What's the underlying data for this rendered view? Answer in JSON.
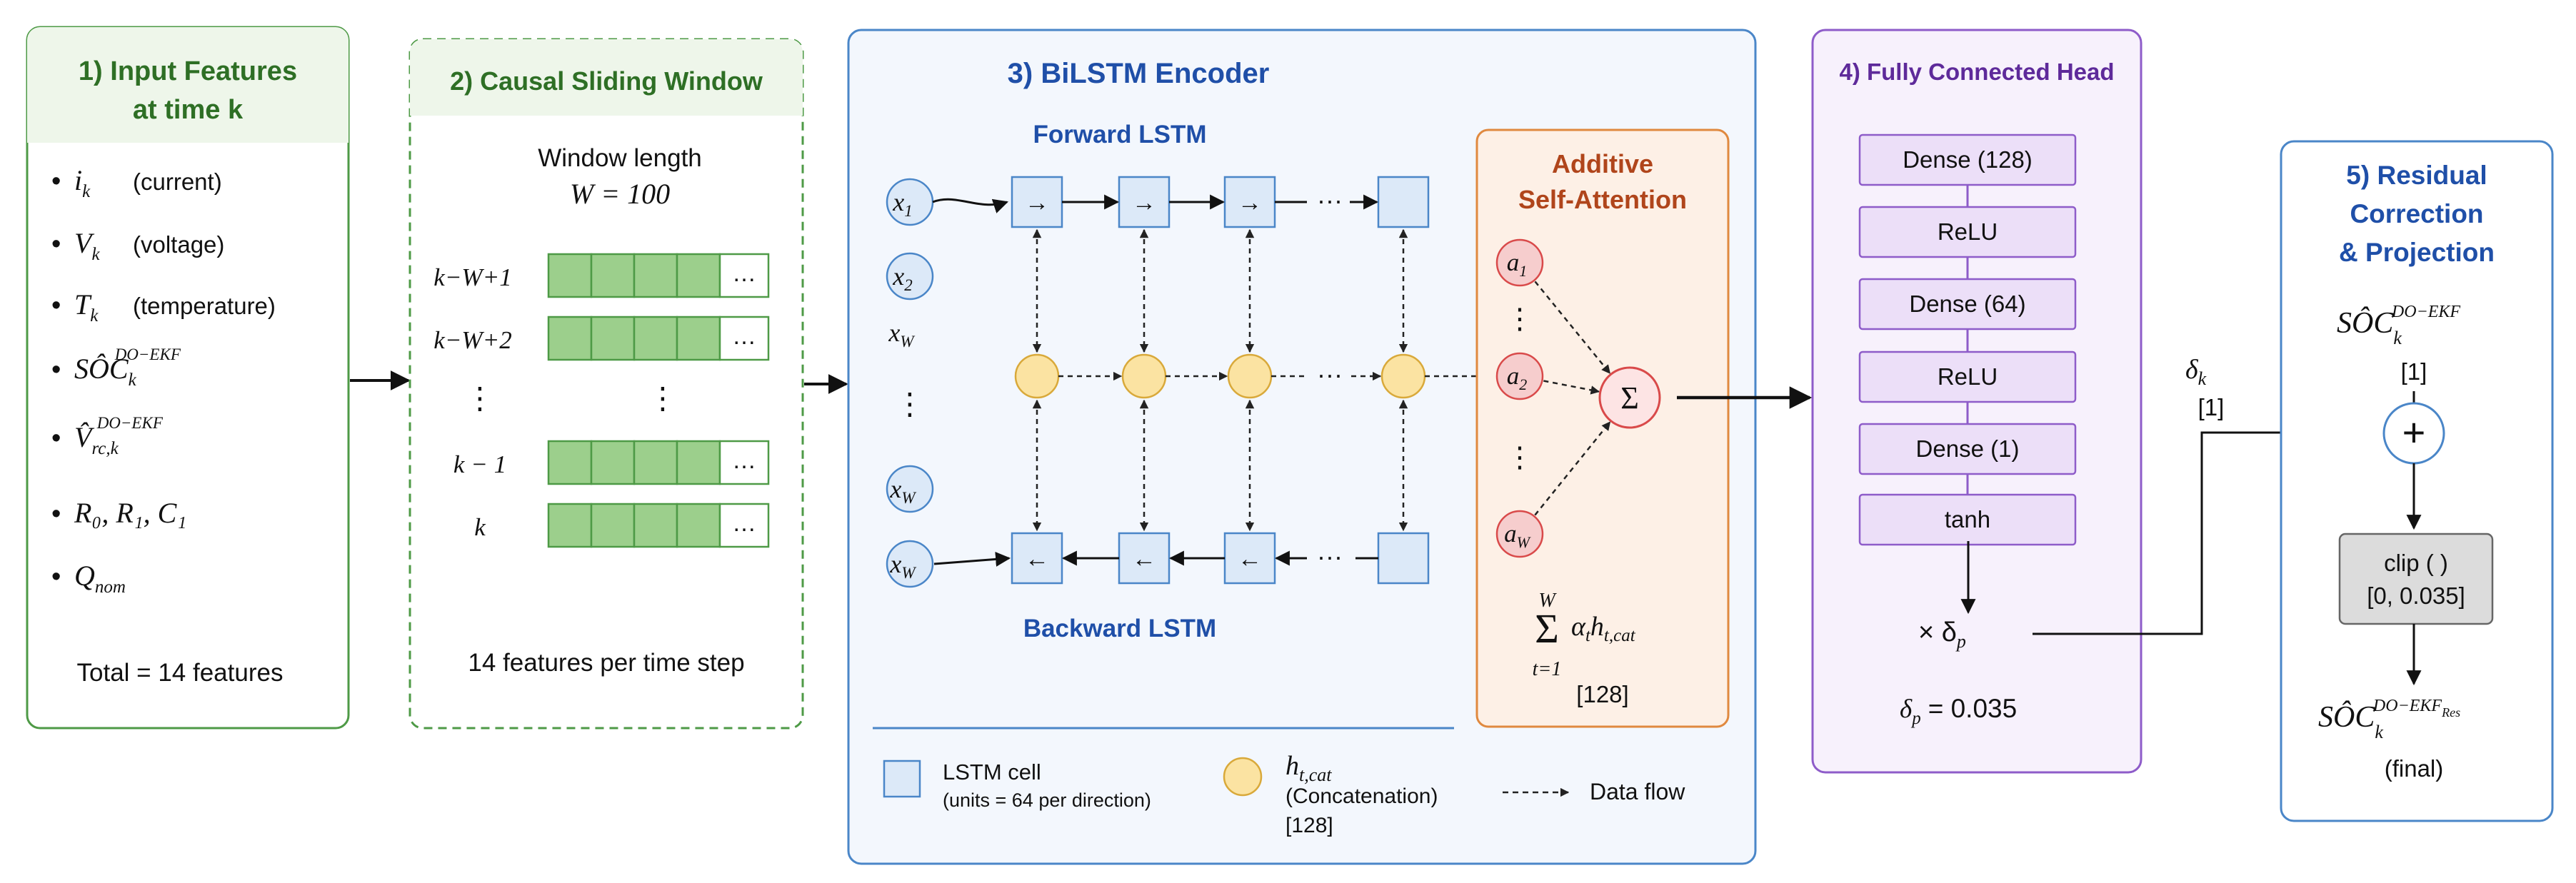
{
  "colors": {
    "green": "#4e9a46",
    "green_fill": "#eef6ea",
    "green_cell": "#9ccf8c",
    "blue": "#4a86c8",
    "blue_fill": "#f3f7fd",
    "blue_title": "#1f4fa8",
    "lstm_cell": "#dce9f8",
    "hcat": "#fbe3a2",
    "orange": "#e0893f",
    "orange_fill": "#fdf0e6",
    "orange_title": "#b0451b",
    "attn_circle": "#f6cdcd",
    "purple": "#8e5cc9",
    "purple_fill": "#f7f1fc",
    "purple_title": "#5e2a9a",
    "red_line": "#d94a4a"
  },
  "panel1": {
    "title_line1": "1) Input Features",
    "title_line2": "at time k",
    "items": [
      {
        "sym": "i",
        "sub": "k",
        "sup": "",
        "desc": "(current)"
      },
      {
        "sym": "V",
        "sub": "k",
        "sup": "",
        "desc": "(voltage)"
      },
      {
        "sym": "T",
        "sub": "k",
        "sup": "",
        "desc": "(temperature)"
      },
      {
        "sym": "SÔC",
        "sub": "k",
        "sup": "DO−EKF",
        "desc": ""
      },
      {
        "sym": "V̂",
        "sub": "rc,k",
        "sup": "DO−EKF",
        "desc": ""
      },
      {
        "sym": "R₀, R₁, C₁",
        "sub": "",
        "sup": "",
        "desc": ""
      },
      {
        "sym": "Q",
        "sub": "nom",
        "sup": "",
        "desc": ""
      }
    ],
    "bullet": "•",
    "total": "Total = 14 features"
  },
  "panel2": {
    "title": "2) Causal Sliding Window",
    "window_label": "Window length",
    "window_eq": "W = 100",
    "rows": [
      "k−W+1",
      "k−W+2",
      "k − 1",
      "k"
    ],
    "ellipsis": "⋮",
    "cell_dots": "…",
    "footer": "14 features per time step"
  },
  "panel3": {
    "title": "3) BiLSTM Encoder",
    "forward_label": "Forward LSTM",
    "backward_label": "Backward LSTM",
    "inputs": [
      "x",
      "x",
      "x",
      "x",
      "x"
    ],
    "input_subs": [
      "1",
      "2",
      "W",
      "W",
      "W"
    ],
    "fwd_arrow": "→",
    "bwd_arrow": "←",
    "dots": "···",
    "vdots": "⋮",
    "legend_cell_label": "LSTM cell",
    "legend_cell_sub": "(units = 64 per direction)",
    "legend_hcat_sym": "h",
    "legend_hcat_sub": "t,cat",
    "legend_hcat_desc": "(Concatenation)",
    "legend_hcat_dim": "[128]",
    "legend_flow": "Data flow"
  },
  "attention": {
    "title_line1": "Additive",
    "title_line2": "Self-Attention",
    "nodes": [
      "a",
      "a",
      "a"
    ],
    "node_subs": [
      "1",
      "2",
      "W"
    ],
    "sigma": "Σ",
    "sum_top": "W",
    "sum_bottom": "t=1",
    "sum_expr": "α",
    "sum_expr_sub": "t",
    "sum_h": "h",
    "sum_h_sub": "t,cat",
    "dim": "[128]"
  },
  "panel4": {
    "title": "4) Fully Connected Head",
    "layers": [
      "Dense (128)",
      "ReLU",
      "Dense (64)",
      "ReLU",
      "Dense (1)",
      "tanh"
    ],
    "scale": "× δ",
    "scale_sub": "p",
    "delta_p": "δ",
    "delta_p_sub": "p",
    "delta_p_val": "= 0.035"
  },
  "between": {
    "delta_k": "δ",
    "delta_k_sub": "k",
    "delta_k_dim": "[1]"
  },
  "panel5": {
    "title_line1": "5) Residual",
    "title_line2": "Correction",
    "title_line3": "& Projection",
    "input_sym": "SÔC",
    "input_sub": "k",
    "input_sup": "DO−EKF",
    "input_dim": "[1]",
    "plus": "+",
    "clip_label": "clip ( )",
    "clip_range": "[0, 0.035]",
    "output_sym": "SÔC",
    "output_sub": "k",
    "output_sup": "DO−EKF",
    "output_sup_sub": "Res",
    "final": "(final)"
  }
}
